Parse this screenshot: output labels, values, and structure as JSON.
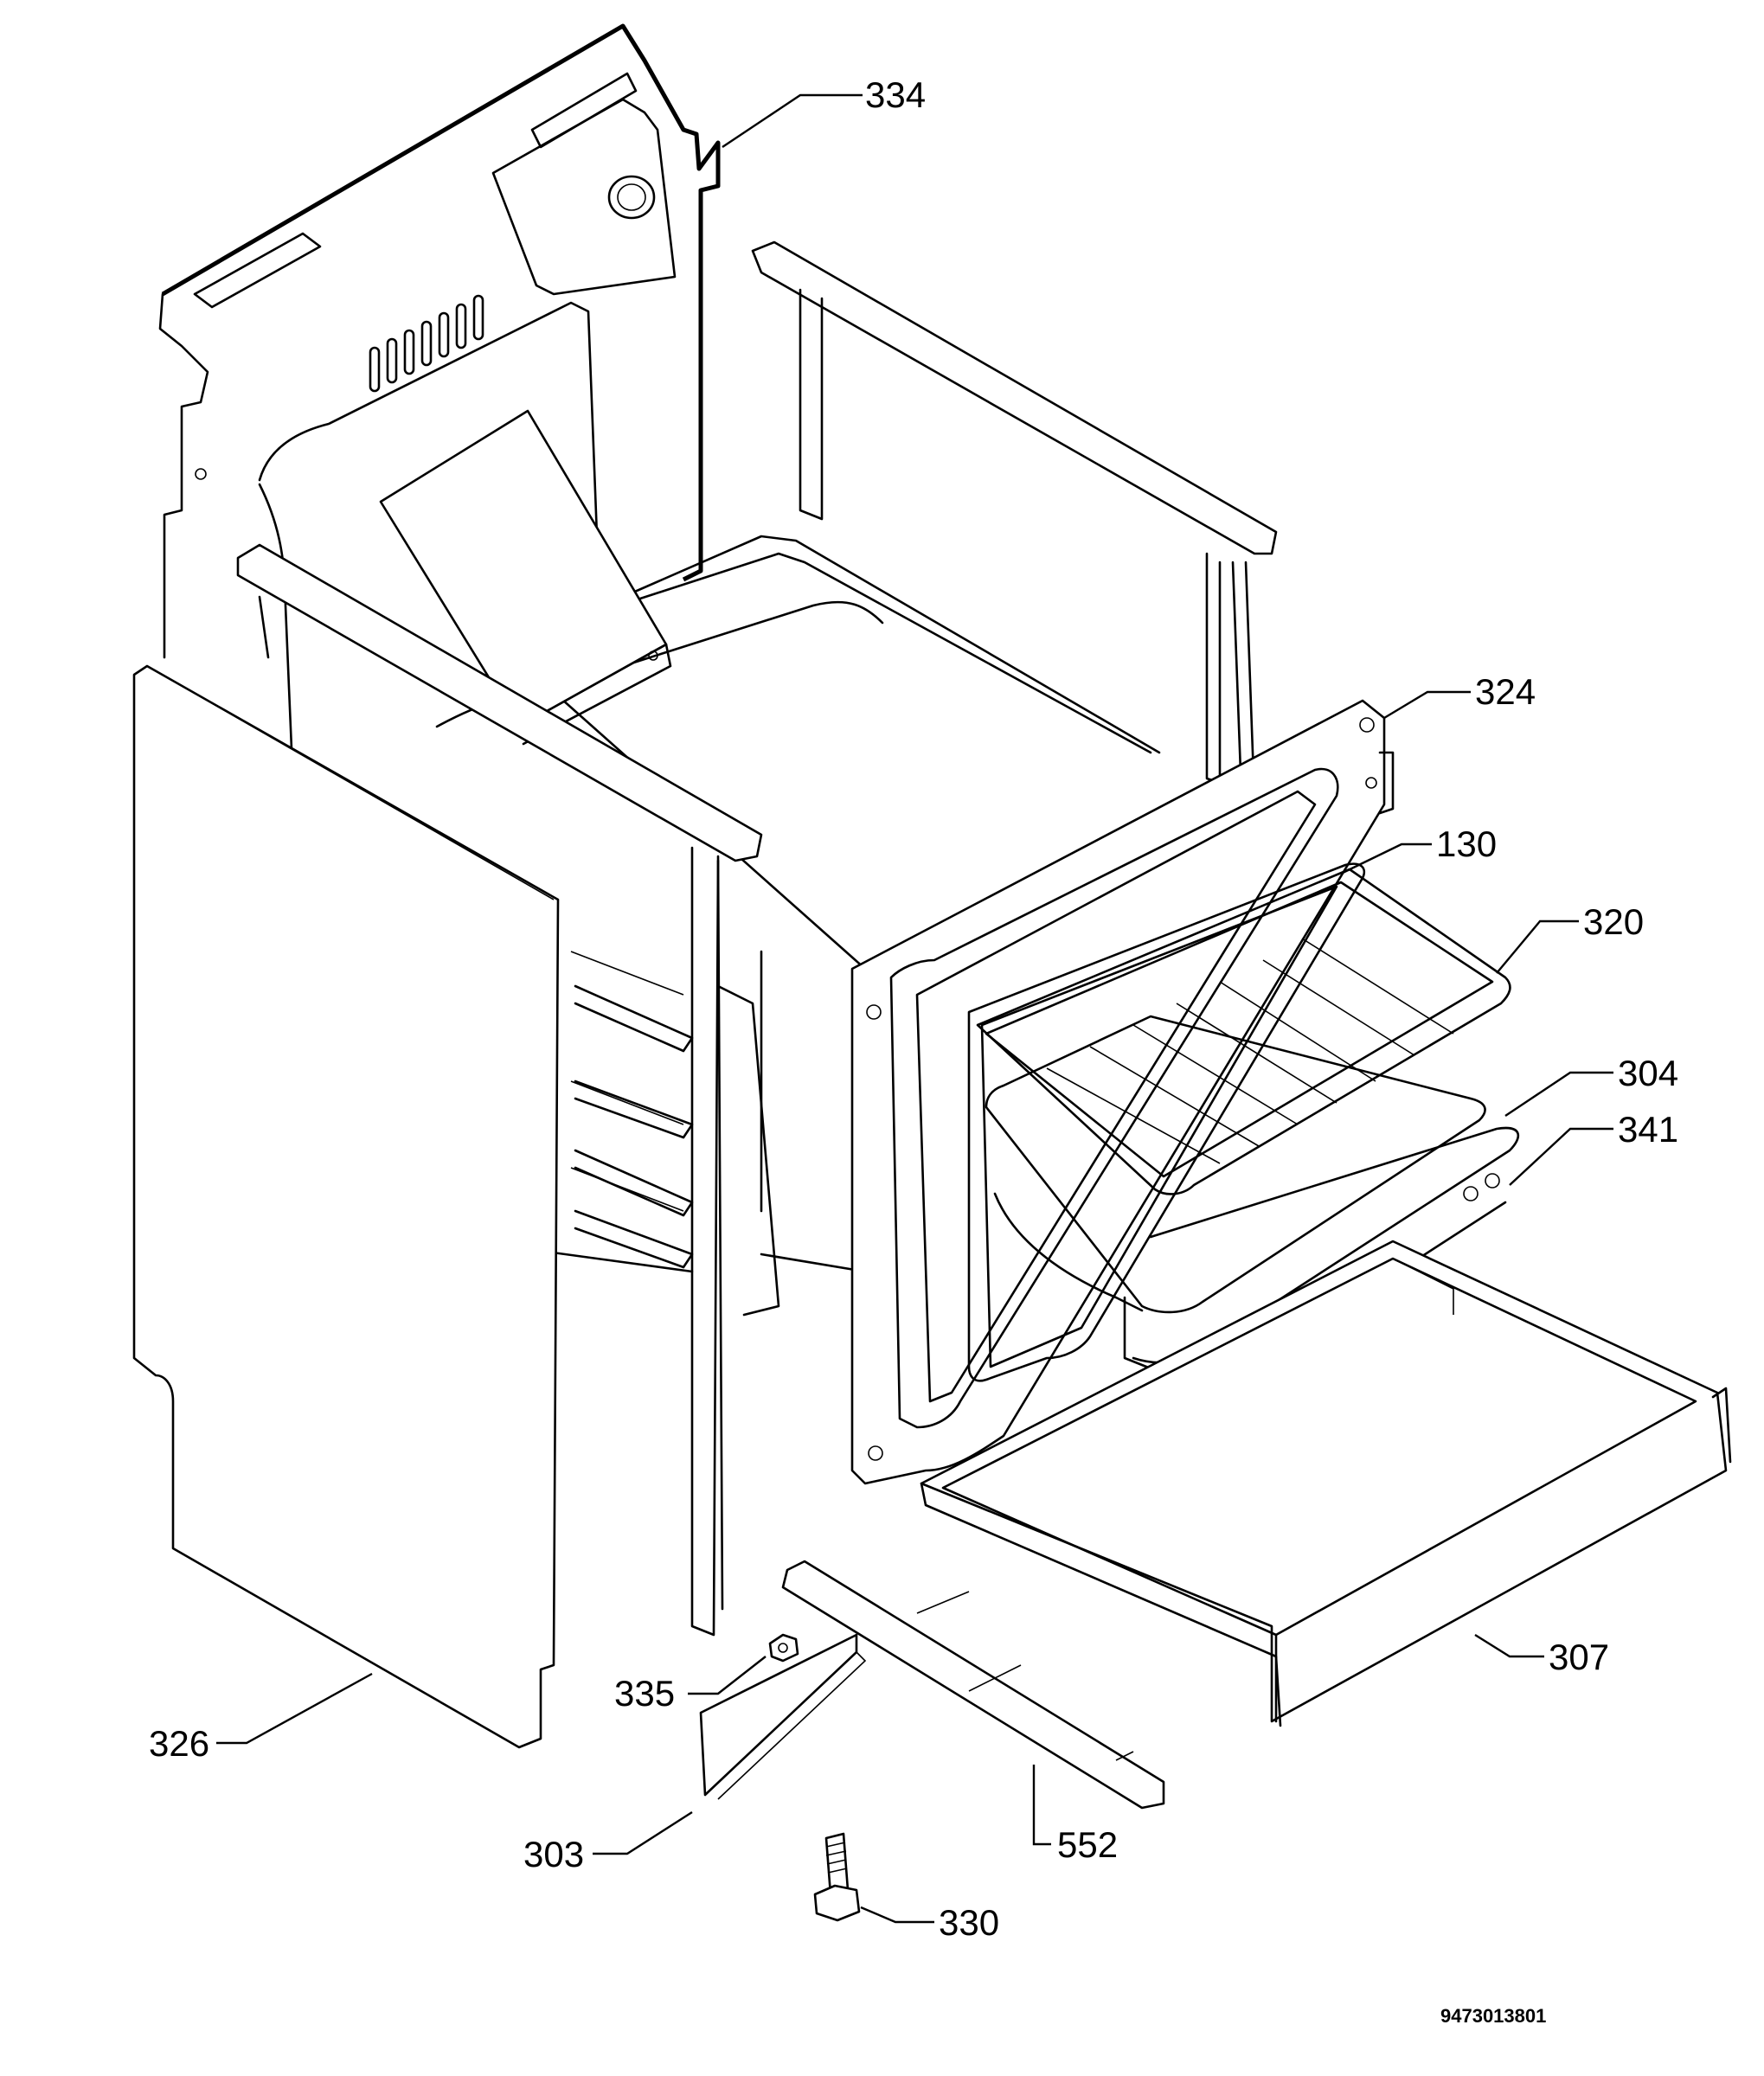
{
  "drawing": {
    "document_number": "9473013801"
  },
  "callouts": [
    {
      "id": "334",
      "label": "334"
    },
    {
      "id": "324",
      "label": "324"
    },
    {
      "id": "130",
      "label": "130"
    },
    {
      "id": "320",
      "label": "320"
    },
    {
      "id": "304",
      "label": "304"
    },
    {
      "id": "341",
      "label": "341"
    },
    {
      "id": "307",
      "label": "307"
    },
    {
      "id": "335",
      "label": "335"
    },
    {
      "id": "326",
      "label": "326"
    },
    {
      "id": "552",
      "label": "552"
    },
    {
      "id": "303",
      "label": "303"
    },
    {
      "id": "330",
      "label": "330"
    }
  ],
  "icons": {
    "screw": "screw-icon",
    "nut": "nut-icon"
  }
}
